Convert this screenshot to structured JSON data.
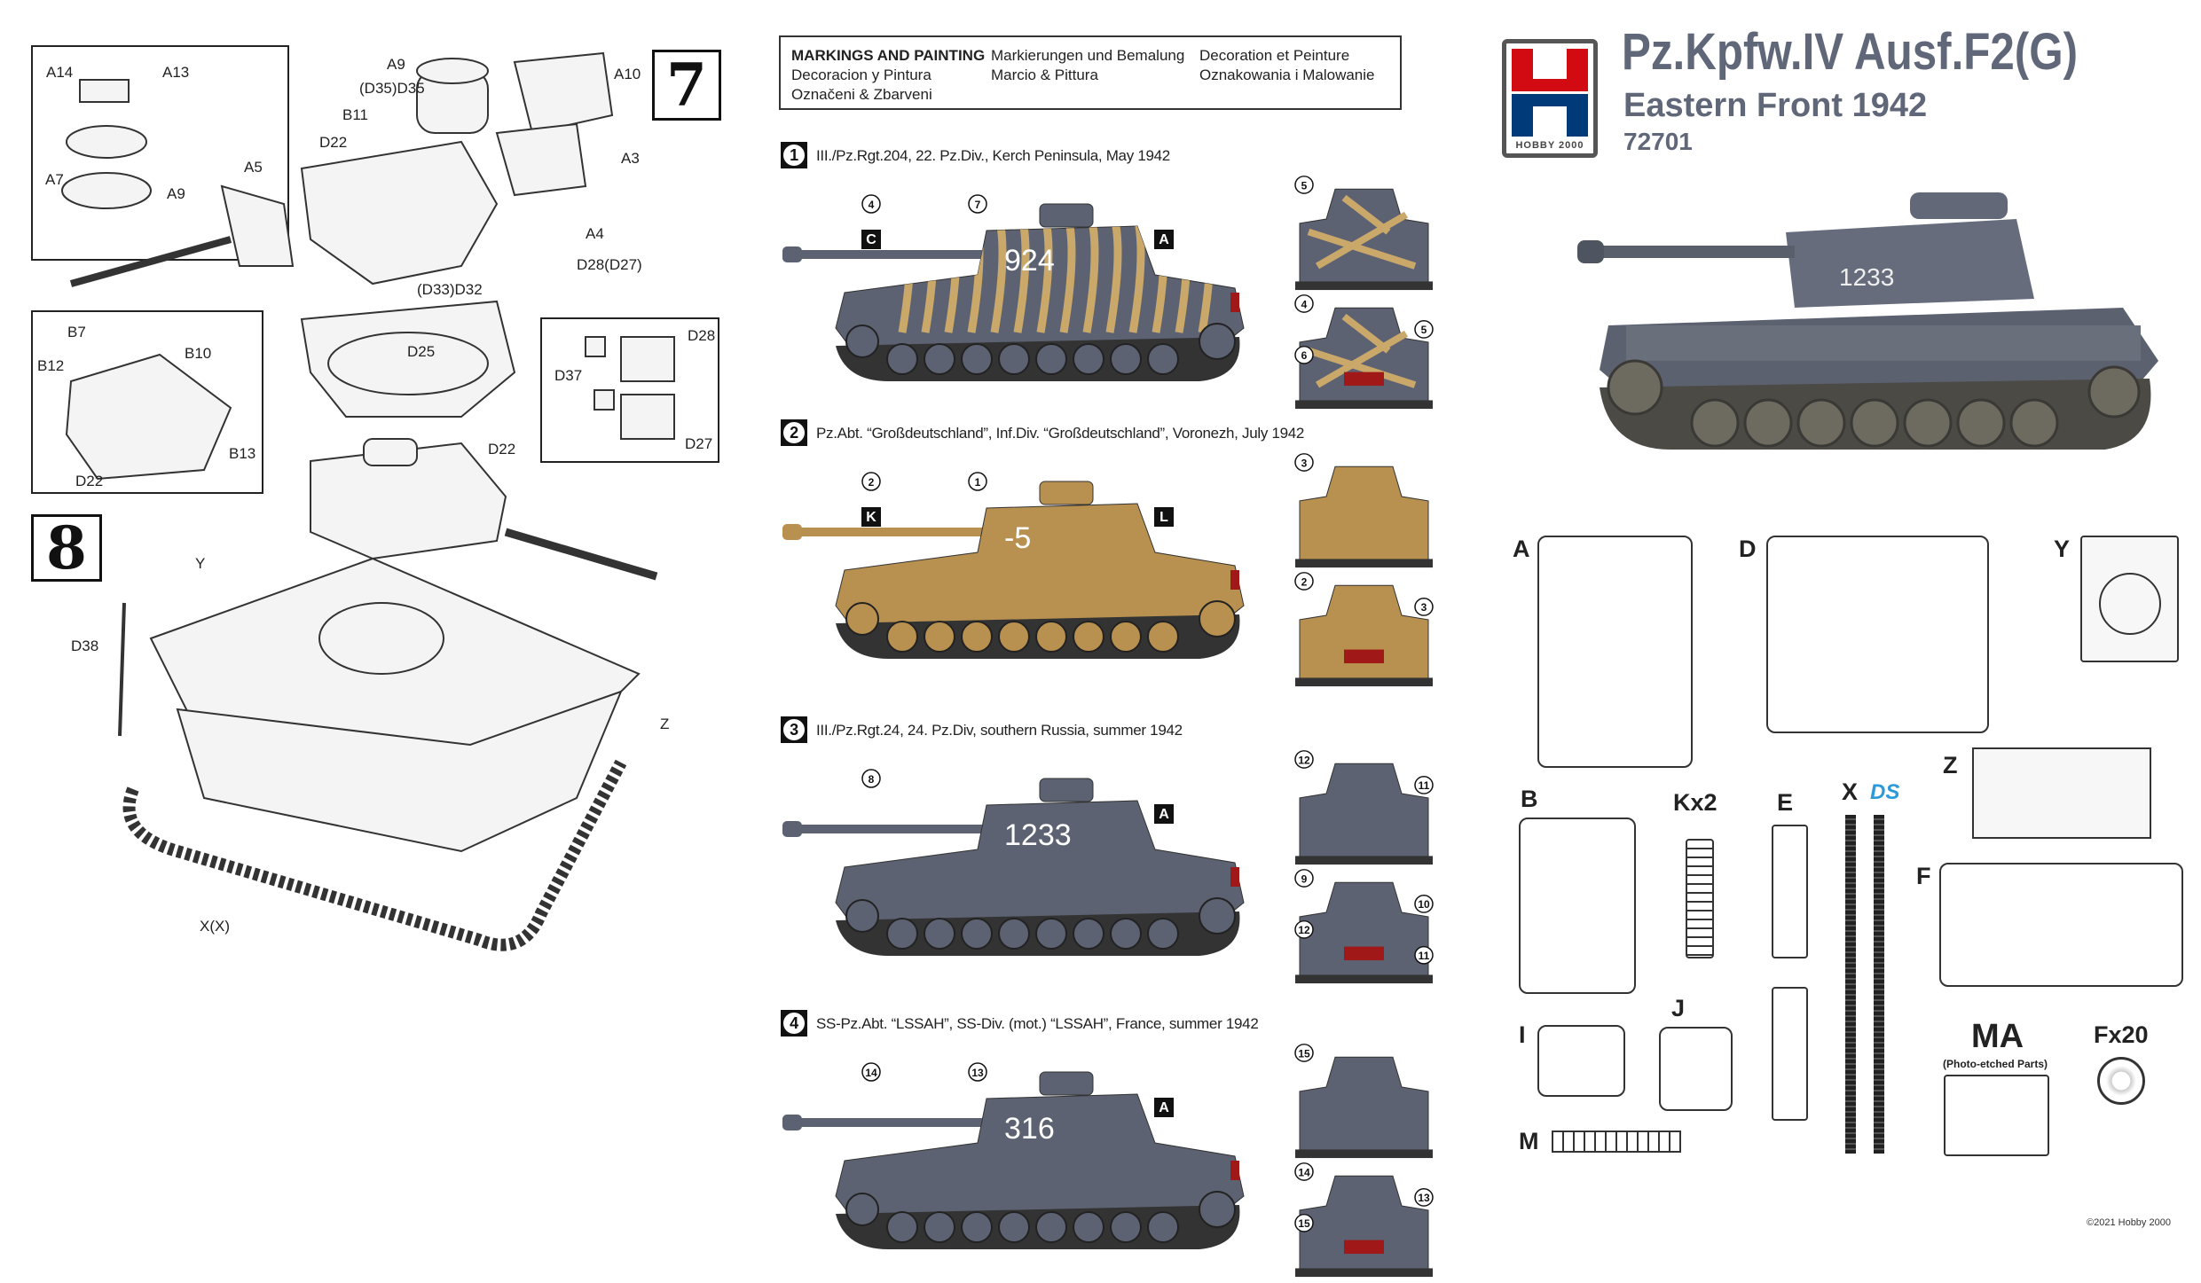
{
  "steps": {
    "step7": "7",
    "step8": "8"
  },
  "assembly_labels": [
    {
      "t": "A14"
    },
    {
      "t": "A13"
    },
    {
      "t": "A7"
    },
    {
      "t": "A9"
    },
    {
      "t": "A9"
    },
    {
      "t": "(D35)D35"
    },
    {
      "t": "B11"
    },
    {
      "t": "A10"
    },
    {
      "t": "D22"
    },
    {
      "t": "A5"
    },
    {
      "t": "A3"
    },
    {
      "t": "A4"
    },
    {
      "t": "D28(D27)"
    },
    {
      "t": "(D33)D32"
    },
    {
      "t": "D25"
    },
    {
      "t": "D28"
    },
    {
      "t": "D37"
    },
    {
      "t": "D27"
    },
    {
      "t": "B7"
    },
    {
      "t": "B10"
    },
    {
      "t": "B12"
    },
    {
      "t": "B13"
    },
    {
      "t": "D22"
    },
    {
      "t": "D22"
    },
    {
      "t": "Y"
    },
    {
      "t": "D38"
    },
    {
      "t": "Z"
    },
    {
      "t": "X(X)"
    }
  ],
  "markings": {
    "heading": "MARKINGS AND PAINTING",
    "de": "Markierungen und Bemalung",
    "fr": "Decoration et Peinture",
    "es": "Decoracion y Pintura",
    "it": "Marcio & Pittura",
    "pl": "Oznakowania i Malowanie",
    "cz": "Označeni & Zbarveni"
  },
  "schemes": [
    {
      "num": "1",
      "caption": "III./Pz.Rgt.204, 22. Pz.Div., Kerch Peninsula, May 1942",
      "tank_number": "924",
      "color": "#5d6272",
      "camo": "#c9a86a",
      "side_callouts": [
        "4",
        "7"
      ],
      "letters": [
        "C",
        "A"
      ],
      "rear_callouts": [
        "5"
      ],
      "front_callouts": [
        "4",
        "5",
        "6"
      ]
    },
    {
      "num": "2",
      "caption": "Pz.Abt. “Großdeutschland”, Inf.Div. “Großdeutschland”, Voronezh, July 1942",
      "tank_number": "-5",
      "color": "#b8904f",
      "camo": null,
      "side_callouts": [
        "2",
        "1"
      ],
      "letters": [
        "K",
        "L"
      ],
      "rear_callouts": [
        "3"
      ],
      "front_callouts": [
        "2",
        "3"
      ]
    },
    {
      "num": "3",
      "caption": "III./Pz.Rgt.24, 24. Pz.Div, southern Russia, summer 1942",
      "tank_number": "1233",
      "color": "#5d6272",
      "camo": null,
      "side_callouts": [
        "8"
      ],
      "letters": [
        "A"
      ],
      "rear_callouts": [
        "12",
        "11"
      ],
      "front_callouts": [
        "9",
        "10",
        "12",
        "11"
      ]
    },
    {
      "num": "4",
      "caption": "SS-Pz.Abt. “LSSAH”, SS-Div. (mot.) “LSSAH”, France, summer 1942",
      "tank_number": "316",
      "color": "#5d6272",
      "camo": null,
      "side_callouts": [
        "14",
        "13"
      ],
      "letters": [
        "A"
      ],
      "rear_callouts": [
        "15"
      ],
      "front_callouts": [
        "14",
        "13",
        "15"
      ]
    }
  ],
  "brand": {
    "logo_text": "HOBBY 2000",
    "red": "#d20a11",
    "blue": "#003a78"
  },
  "title": "Pz.Kpfw.IV Ausf.F2(G)",
  "subtitle": "Eastern Front 1942",
  "code": "72701",
  "photo_tank_number": "1233",
  "sprues": {
    "A": "A",
    "D": "D",
    "Y": "Y",
    "B": "B",
    "Kx2": "Kx2",
    "E": "E",
    "X": "X",
    "DS": "DS",
    "Z": "Z",
    "F": "F",
    "I": "I",
    "J": "J",
    "M": "M",
    "MA": "MA",
    "MA_note": "(Photo-etched Parts)",
    "Fx20": "Fx20"
  },
  "copyright": "©2021 Hobby 2000"
}
